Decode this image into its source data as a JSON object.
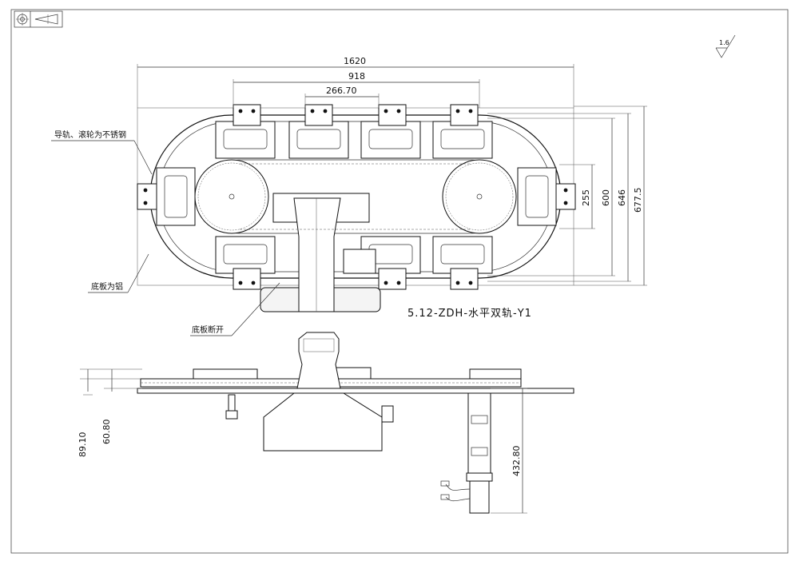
{
  "dimensions": {
    "overall_width": "1620",
    "mid_width": "918",
    "pitch": "266.70",
    "h_255": "255",
    "h_600": "600",
    "h_646": "646",
    "h_677": "677.5",
    "v_89": "89.10",
    "v_60": "60.80",
    "v_432": "432.80"
  },
  "notes": {
    "guide_material": "导轨、滚轮为不锈钢",
    "base_material": "底板为铝",
    "base_split": "底板断开"
  },
  "title": "5.12-ZDH-水平双轨-Y1",
  "roughness": "1.6"
}
